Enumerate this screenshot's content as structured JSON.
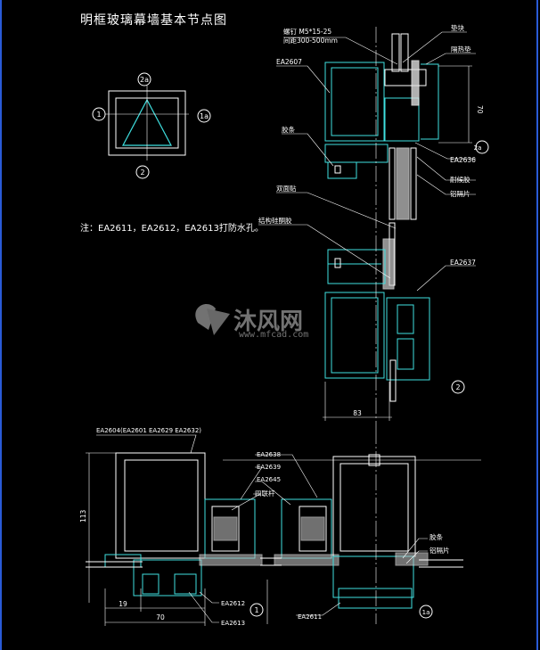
{
  "title": "明框玻璃幕墙基本节点图",
  "note": "注：EA2611，EA2612，EA2613打防水孔。",
  "watermark": {
    "brand": "沐风网",
    "url": "www.mfcad.com"
  },
  "key_plan": {
    "marks": [
      "2a",
      "1",
      "1a",
      "2"
    ]
  },
  "labels": {
    "screw": "螺钉 M5*15-25",
    "spacing": "间距300-500mm",
    "pad": "垫块",
    "insulation_pad": "隔热垫",
    "ea2607": "EA2607",
    "dim_70": "70",
    "strip": "胶条",
    "ea2636": "EA2636",
    "weather_sealant": "耐候胶",
    "insulation_strip": "铝隔片",
    "double_tape": "双面贴",
    "structural_sealant": "结构硅酮胶",
    "ea2637": "EA2637",
    "dim_83": "83",
    "section_2": "2",
    "section_2a": "2a",
    "ea2604": "EA2604(EA2601 EA2629 EA2632)",
    "ea2638": "EA2638",
    "ea2639": "EA2639",
    "ea2645": "EA2645",
    "connector": "四联杆",
    "dim_113": "113",
    "strip_b": "胶条",
    "insulation_strip_b": "铝隔片",
    "dim_19": "19",
    "dim_70b": "70",
    "ea2612": "EA2612",
    "ea2613": "EA2613",
    "section_1": "1",
    "ea2611": "EA2611",
    "section_1a": "1a"
  },
  "colors": {
    "frame": "#3fe0e0",
    "outline": "#ffffff",
    "leader": "#ffffff",
    "accent": "#2a5bd7"
  }
}
